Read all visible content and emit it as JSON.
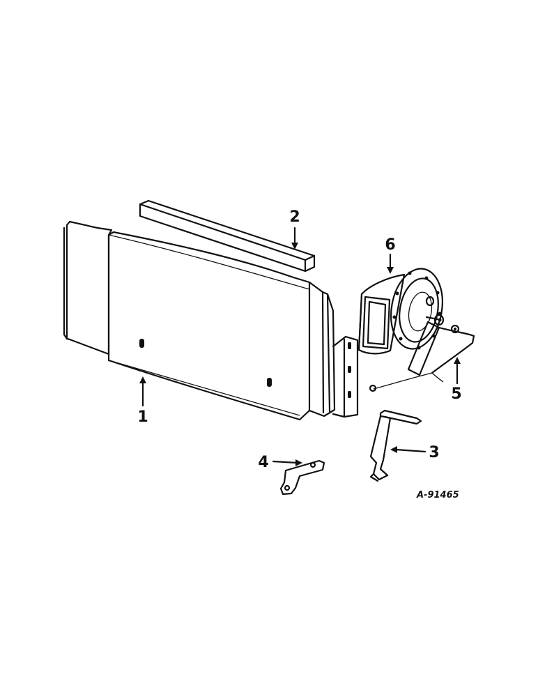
{
  "diagram": {
    "callouts": [
      {
        "id": "1",
        "label": "1"
      },
      {
        "id": "2",
        "label": "2"
      },
      {
        "id": "3",
        "label": "3"
      },
      {
        "id": "4",
        "label": "4"
      },
      {
        "id": "5",
        "label": "5"
      },
      {
        "id": "6",
        "label": "6"
      }
    ],
    "reference_number": "A-91465"
  }
}
